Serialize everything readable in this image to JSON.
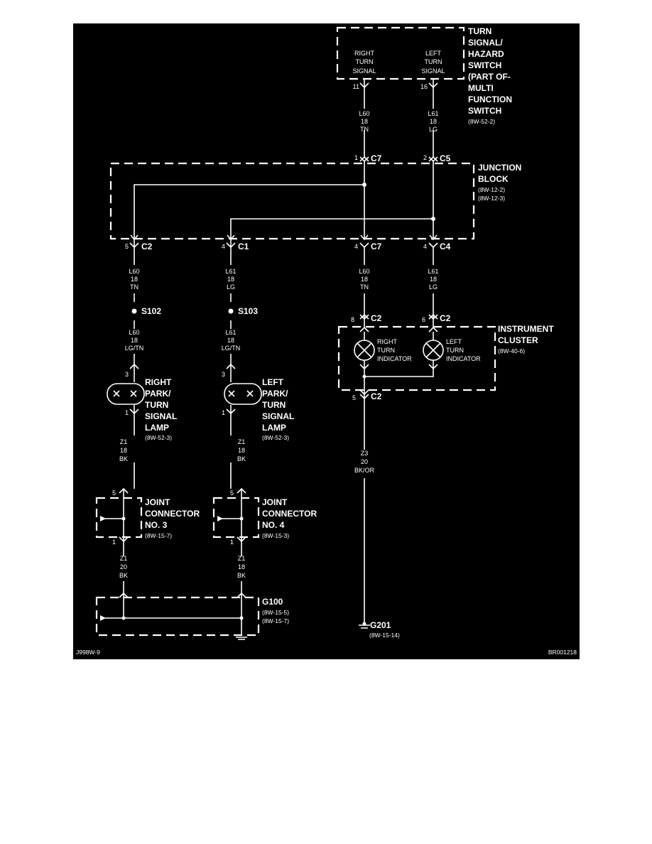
{
  "colors": {
    "background": "#000000",
    "line": "#ffffff",
    "page": "#ffffff"
  },
  "switch": {
    "title": [
      "TURN",
      "SIGNAL/",
      "HAZARD",
      "SWITCH",
      "(PART OF-",
      "MULTI",
      "FUNCTION",
      "SWITCH"
    ],
    "ref": "(8W-52-2)",
    "right_label": [
      "RIGHT",
      "TURN",
      "SIGNAL"
    ],
    "left_label": [
      "LEFT",
      "TURN",
      "SIGNAL"
    ],
    "right_pin": "11",
    "left_pin": "16"
  },
  "wires": {
    "sw_right": [
      "L60",
      "18",
      "TN"
    ],
    "sw_left": [
      "L61",
      "18",
      "LG"
    ],
    "jb_c2": [
      "L60",
      "18",
      "TN"
    ],
    "jb_c1": [
      "L61",
      "18",
      "LG"
    ],
    "jb_c7": [
      "L60",
      "18",
      "TN"
    ],
    "jb_c4": [
      "L61",
      "18",
      "LG"
    ],
    "s102_lamp": [
      "L60",
      "18",
      "LG/TN"
    ],
    "s103_lamp": [
      "L61",
      "18",
      "LG/TN"
    ],
    "rlamp_jc3": [
      "Z1",
      "18",
      "BK"
    ],
    "llamp_jc4": [
      "Z1",
      "18",
      "BK"
    ],
    "jc3_g100": [
      "Z1",
      "20",
      "BK"
    ],
    "jc4_g100": [
      "Z1",
      "18",
      "BK"
    ],
    "ic_g201": [
      "Z3",
      "20",
      "BK/OR"
    ]
  },
  "junction_block": {
    "title": [
      "JUNCTION",
      "BLOCK"
    ],
    "refs": [
      "(8W-12-2)",
      "(8W-12-3)"
    ],
    "in_c7_pin": "1",
    "in_c7": "C7",
    "in_c5_pin": "2",
    "in_c5": "C5",
    "out_c2_pin": "5",
    "out_c2": "C2",
    "out_c1_pin": "4",
    "out_c1": "C1",
    "out_c7_pin": "4",
    "out_c7": "C7",
    "out_c4_pin": "4",
    "out_c4": "C4"
  },
  "splices": {
    "s102": "S102",
    "s103": "S103"
  },
  "right_lamp": {
    "title": [
      "RIGHT",
      "PARK/",
      "TURN",
      "SIGNAL",
      "LAMP"
    ],
    "ref": "(8W-52-3)",
    "pin_top": "3",
    "pin_bottom": "1"
  },
  "left_lamp": {
    "title": [
      "LEFT",
      "PARK/",
      "TURN",
      "SIGNAL",
      "LAMP"
    ],
    "ref": "(8W-52-3)",
    "pin_top": "3",
    "pin_bottom": "1"
  },
  "cluster": {
    "title": [
      "INSTRUMENT",
      "CLUSTER"
    ],
    "ref": "(8W-40-6)",
    "in1_pin": "8",
    "in1": "C2",
    "in2_pin": "6",
    "in2": "C2",
    "right_ind": [
      "RIGHT",
      "TURN",
      "INDICATOR"
    ],
    "left_ind": [
      "LEFT",
      "TURN",
      "INDICATOR"
    ],
    "out_pin": "5",
    "out": "C2"
  },
  "jc3": {
    "title": [
      "JOINT",
      "CONNECTOR",
      "NO. 3"
    ],
    "ref": "(8W-15-7)",
    "pin_top": "5",
    "pin_bottom": "1"
  },
  "jc4": {
    "title": [
      "JOINT",
      "CONNECTOR",
      "NO. 4"
    ],
    "ref": "(8W-15-3)",
    "pin_top": "5",
    "pin_bottom": "1"
  },
  "g100": {
    "title": "G100",
    "refs": [
      "(8W-15-5)",
      "(8W-15-7)"
    ]
  },
  "g201": {
    "title": "G201",
    "ref": "(8W-15-14)"
  },
  "footer": {
    "left": "J998W-9",
    "right": "BR001218"
  }
}
